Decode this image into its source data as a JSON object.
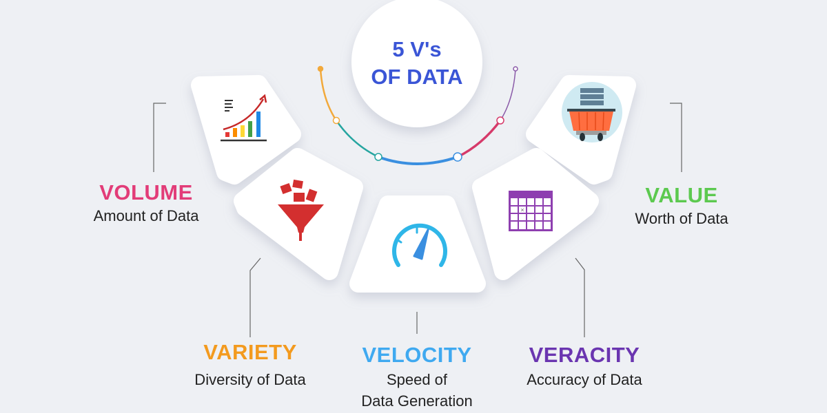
{
  "title": {
    "line1": "5 V's",
    "line2": "OF DATA"
  },
  "colors": {
    "title": "#3a55d6",
    "volume": "#e23c78",
    "variety": "#f39a1e",
    "velocity": "#3fa9f0",
    "veracity": "#6a35b0",
    "value": "#5cc94f"
  },
  "items": [
    {
      "name": "VOLUME",
      "desc": "Amount of Data",
      "icon": "growth-chart-icon"
    },
    {
      "name": "VARIETY",
      "desc": "Diversity of Data",
      "icon": "data-funnel-icon"
    },
    {
      "name": "VELOCITY",
      "desc_line1": "Speed of",
      "desc_line2": "Data Generation",
      "icon": "speedometer-icon"
    },
    {
      "name": "VERACITY",
      "desc": "Accuracy of Data",
      "icon": "grid-table-icon"
    },
    {
      "name": "VALUE",
      "desc": "Worth of Data",
      "icon": "data-cart-icon"
    }
  ]
}
